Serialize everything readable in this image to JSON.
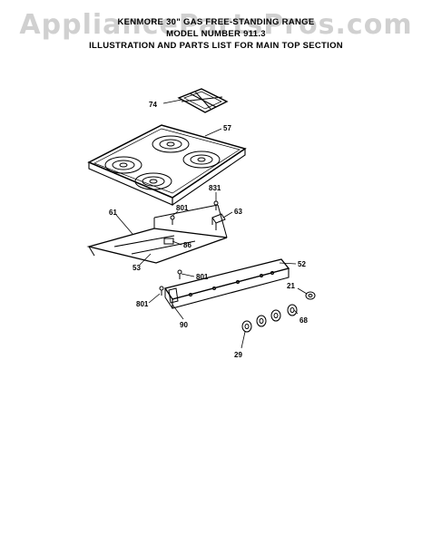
{
  "watermark": "AppliancePartsPros.com",
  "header": {
    "line1": "KENMORE 30\" GAS FREE-STANDING RANGE",
    "line2": "MODEL NUMBER 911.3",
    "line3": "ILLUSTRATION AND PARTS LIST FOR MAIN TOP SECTION"
  },
  "parts": {
    "p74": "74",
    "p57": "57",
    "p831": "831",
    "p63": "63",
    "p61": "61",
    "p801a": "801",
    "p86": "86",
    "p53": "53",
    "p52": "52",
    "p801b": "801",
    "p801c": "801",
    "p90": "90",
    "p21": "21",
    "p68": "68",
    "p29": "29"
  }
}
